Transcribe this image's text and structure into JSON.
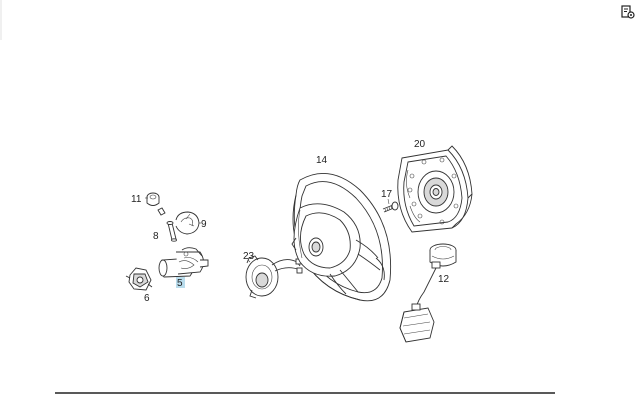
{
  "diagram": {
    "part_labels": {
      "p5": "5",
      "p6": "6",
      "p8": "8",
      "p9": "9",
      "p11": "11",
      "p12": "12",
      "p14": "14",
      "p17": "17",
      "p20": "20",
      "p23": "23"
    },
    "selected_part": "5",
    "highlight_color": "#b9dcec"
  },
  "toolbar": {
    "corner_icon": "document-settings-icon"
  }
}
